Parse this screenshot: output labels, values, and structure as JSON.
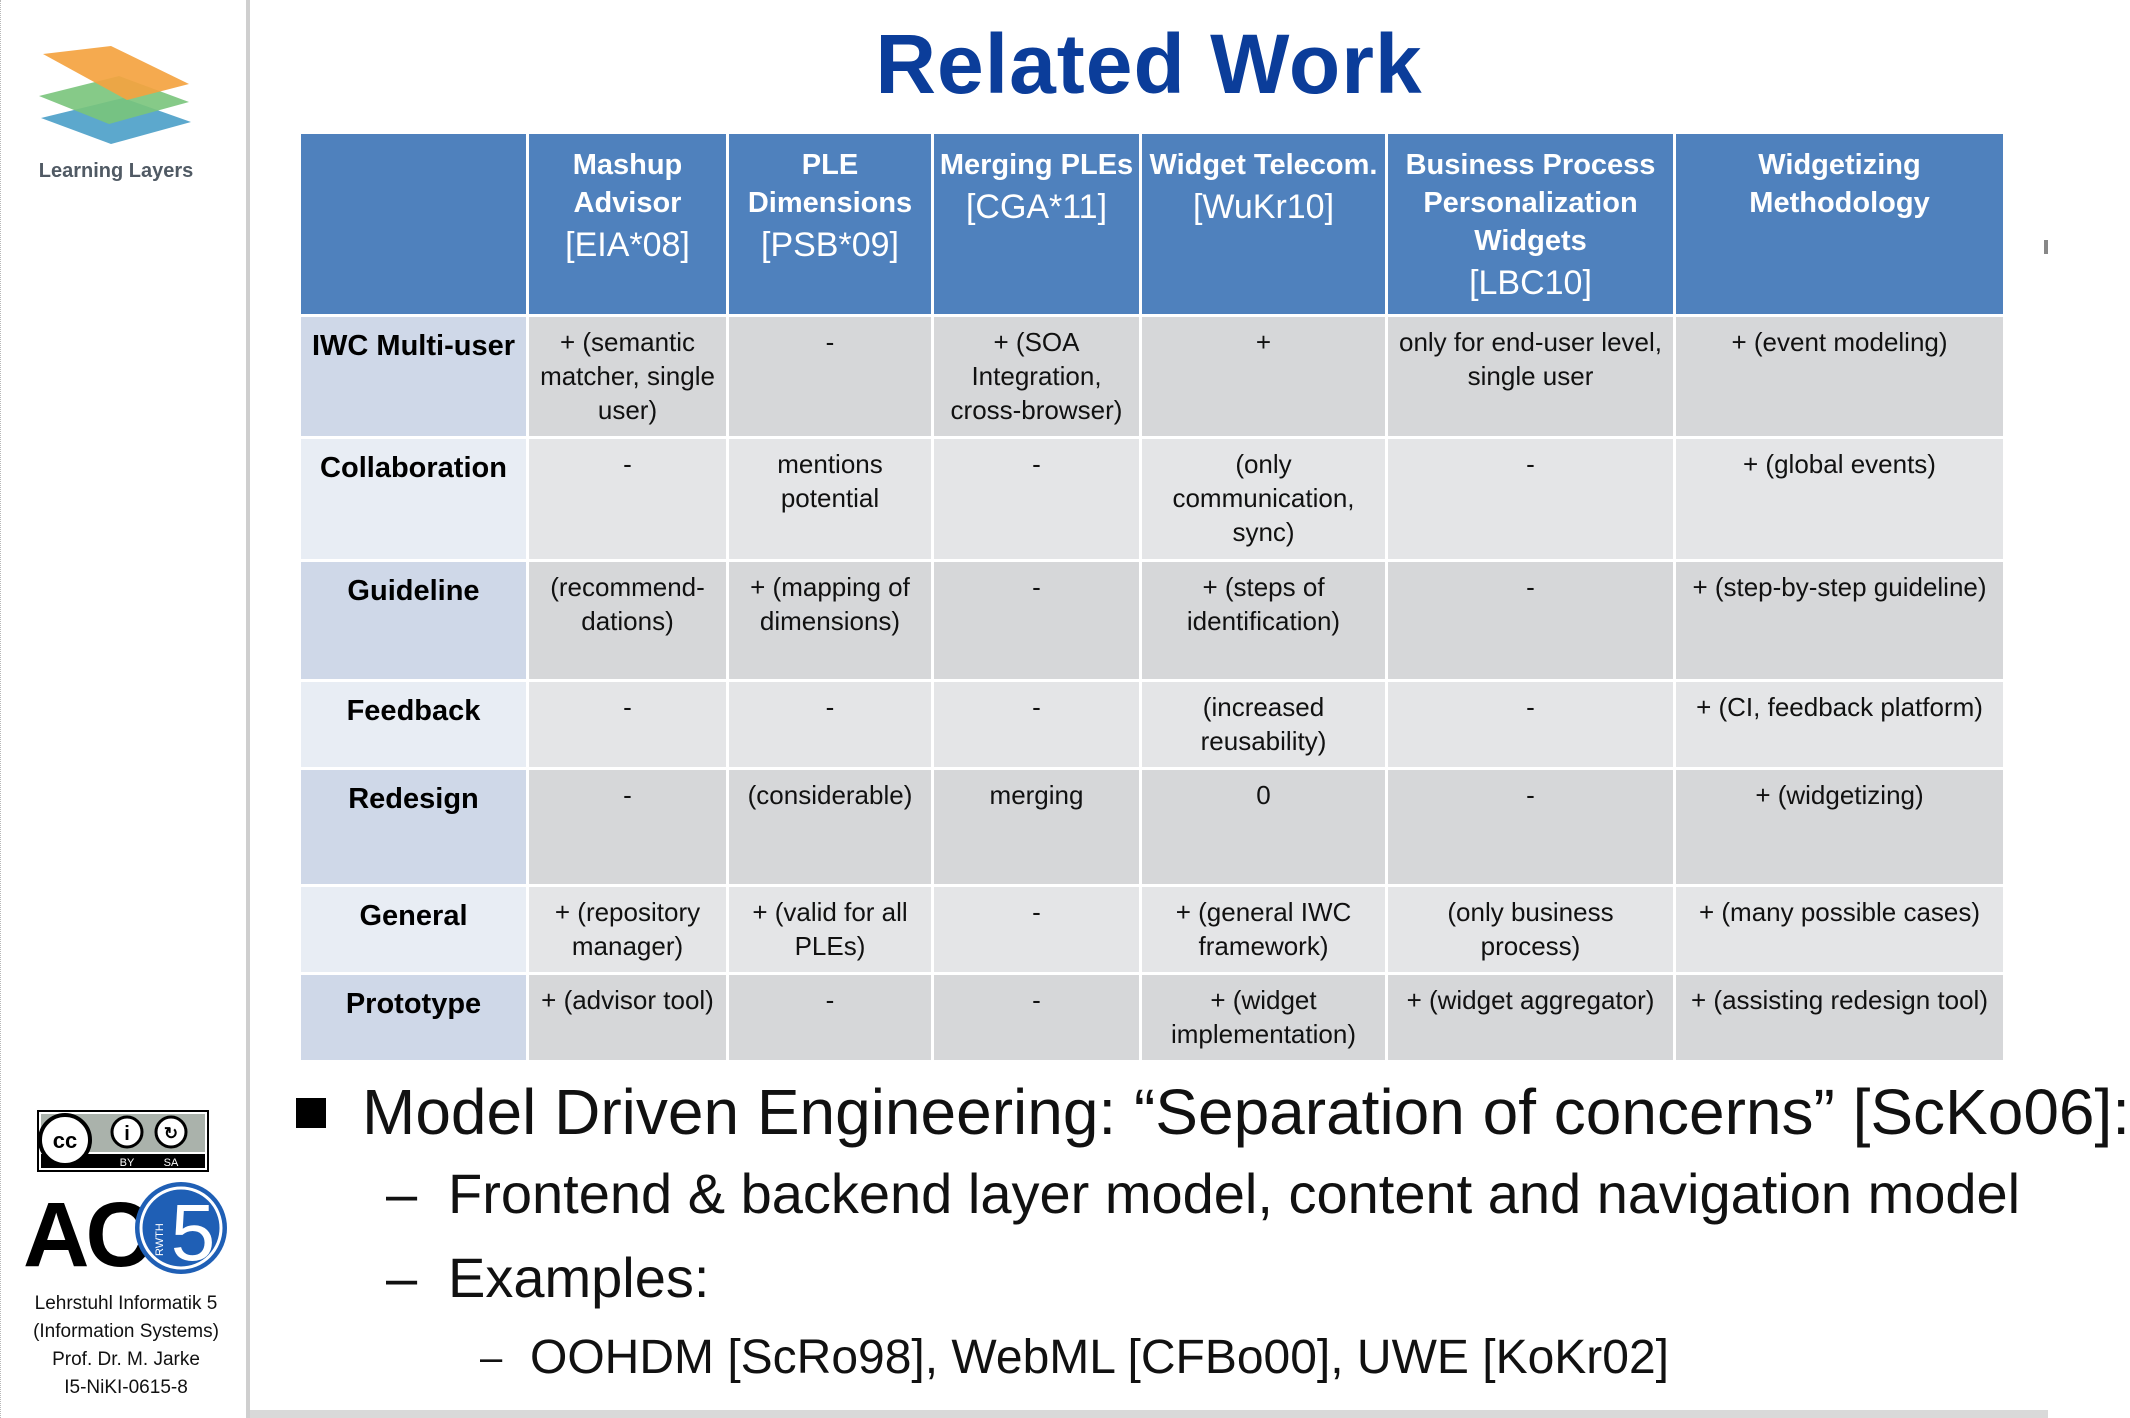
{
  "title": "Related Work",
  "sidebar": {
    "logo_caption": "Learning Layers",
    "cc_badge": {
      "by": "BY",
      "sa": "SA"
    },
    "ac5_text": "AC",
    "rwth_text": "RWTH",
    "five": "5",
    "chair_lines": [
      "Lehrstuhl Informatik 5",
      "(Information Systems)",
      "Prof. Dr. M. Jarke",
      "I5-NiKI-0615-8"
    ],
    "colors": {
      "layer_orange": "#f4a340",
      "layer_green": "#79c47b",
      "layer_blue": "#4a9fc8",
      "ac5_blue": "#1f5fb5"
    }
  },
  "table": {
    "columns": [
      {
        "title": "",
        "ref": ""
      },
      {
        "title": "Mashup Advisor",
        "ref": "[EIA*08]"
      },
      {
        "title": "PLE Dimensions",
        "ref": "[PSB*09]"
      },
      {
        "title": "Merging PLEs",
        "ref": "[CGA*11]"
      },
      {
        "title": "Widget Telecom.",
        "ref": "[WuKr10]"
      },
      {
        "title": "Business Process Personalization Widgets",
        "ref": "[LBC10]"
      },
      {
        "title": "Widgetizing Methodology",
        "ref": ""
      }
    ],
    "rows": [
      {
        "label": "IWC Multi-user",
        "cells": [
          "+ (semantic matcher, single user)",
          "-",
          "+ (SOA Integration, cross-browser)",
          "+",
          "only for end-user level, single user",
          "+ (event modeling)"
        ]
      },
      {
        "label": "Collaboration",
        "cells": [
          "-",
          "mentions potential",
          "-",
          "(only communication, sync)",
          "-",
          "+ (global events)"
        ]
      },
      {
        "label": "Guideline",
        "cells": [
          "(recommend-dations)",
          "+ (mapping of dimensions)",
          "-",
          "+ (steps of identification)",
          "-",
          "+ (step-by-step guideline)"
        ]
      },
      {
        "label": "Feedback",
        "cells": [
          "-",
          "-",
          "-",
          "(increased reusability)",
          "-",
          "+ (CI, feedback platform)"
        ]
      },
      {
        "label": "Redesign",
        "cells": [
          "-",
          "(considerable)",
          "merging",
          "0",
          "-",
          "+ (widgetizing)"
        ]
      },
      {
        "label": "General",
        "cells": [
          "+ (repository manager)",
          "+ (valid for all PLEs)",
          "-",
          "+ (general IWC framework)",
          "(only business process)",
          "+ (many possible cases)"
        ]
      },
      {
        "label": "Prototype",
        "cells": [
          "+ (advisor tool)",
          "-",
          "-",
          "+ (widget implementation)",
          "+ (widget aggregator)",
          "+ (assisting redesign tool)"
        ]
      }
    ],
    "colors": {
      "header": "#4f81bd",
      "label_dark": "#cfd8e8",
      "label_light": "#e8edf4",
      "cell_dark": "#d6d7d9",
      "cell_light": "#e4e5e7"
    }
  },
  "bullets": {
    "level1": "Model Driven Engineering: “Separation of concerns” [ScKo06]:",
    "level2": [
      "Frontend & backend layer model, content and navigation model",
      "Examples:"
    ],
    "level3": "OOHDM [ScRo98], WebML [CFBo00], UWE [KoKr02]",
    "dash": "–",
    "small_dash": "–"
  }
}
